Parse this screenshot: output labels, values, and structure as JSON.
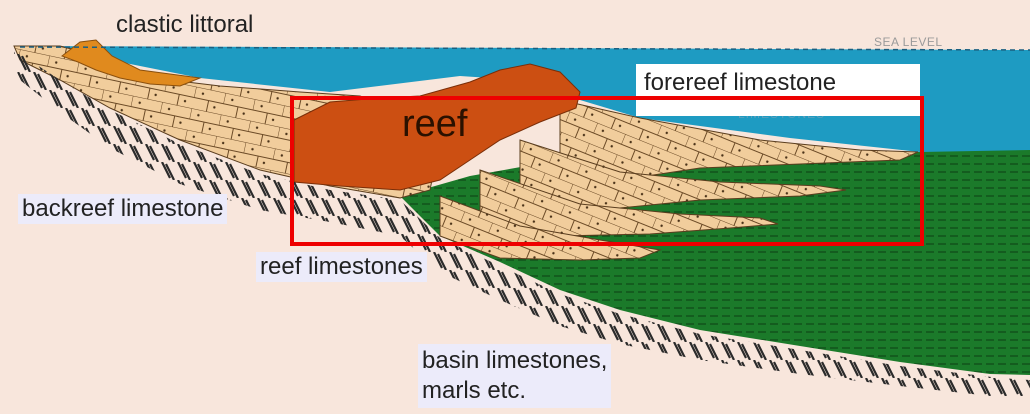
{
  "labels": {
    "clastic_littoral": "clastic littoral",
    "sea_level": "SEA LEVEL",
    "forereef_limestone": "forereef limestone",
    "reef": "reef",
    "backreef_limestone": "backreef limestone",
    "reef_limestones": "reef limestones",
    "basin_limestones_line1": "basin limestones,",
    "basin_limestones_line2": "marls etc.",
    "faded_limestones": "LIMESTONES"
  },
  "colors": {
    "background": "#f8e6dc",
    "sea": "#1e9bc2",
    "reef_core": "#cc4f12",
    "clastic": "#e08a1e",
    "limestone": "#f1cd9c",
    "basin": "#1b7a2a",
    "highlight_box": "#ee0000"
  }
}
